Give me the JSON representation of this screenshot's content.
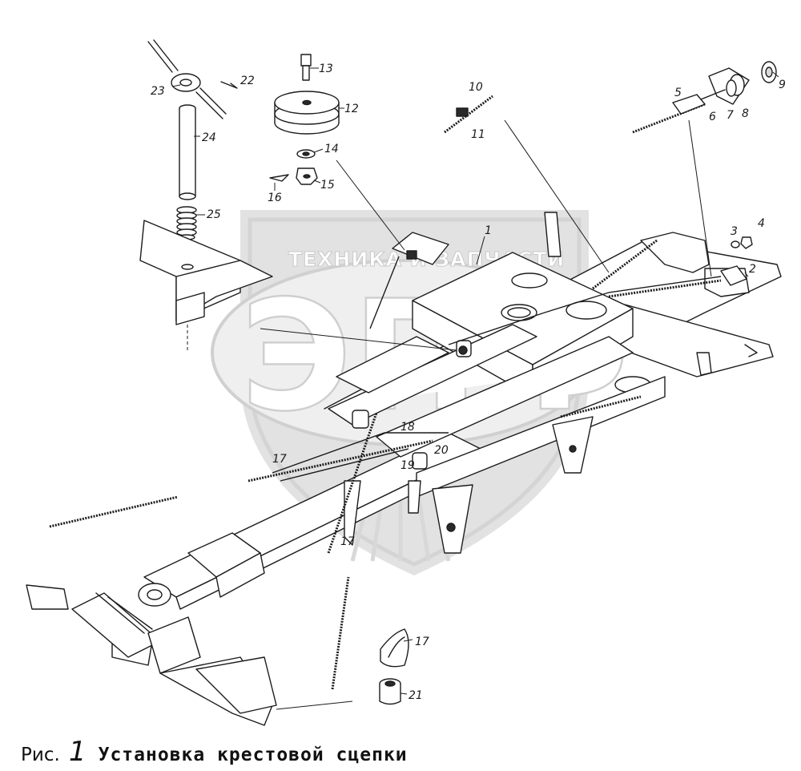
{
  "watermark": {
    "text": "ТЕХНИКА И ЗАПЧАСТИ",
    "monogram": "ЭПФ"
  },
  "caption": {
    "prefix": "Рис.",
    "number": "1",
    "title": "Установка крестовой сцепки"
  },
  "labels": {
    "l1": "1",
    "l2": "2",
    "l3": "3",
    "l4": "4",
    "l5": "5",
    "l6": "6",
    "l7": "7",
    "l8": "8",
    "l9": "9",
    "l10": "10",
    "l11": "11",
    "l12": "12",
    "l13": "13",
    "l14": "14",
    "l15": "15",
    "l16": "16",
    "l17a": "17",
    "l17b": "17",
    "l17c": "17",
    "l18": "18",
    "l19": "19",
    "l20": "20",
    "l21": "21",
    "l22": "22",
    "l23": "23",
    "l24": "24",
    "l25": "25"
  }
}
